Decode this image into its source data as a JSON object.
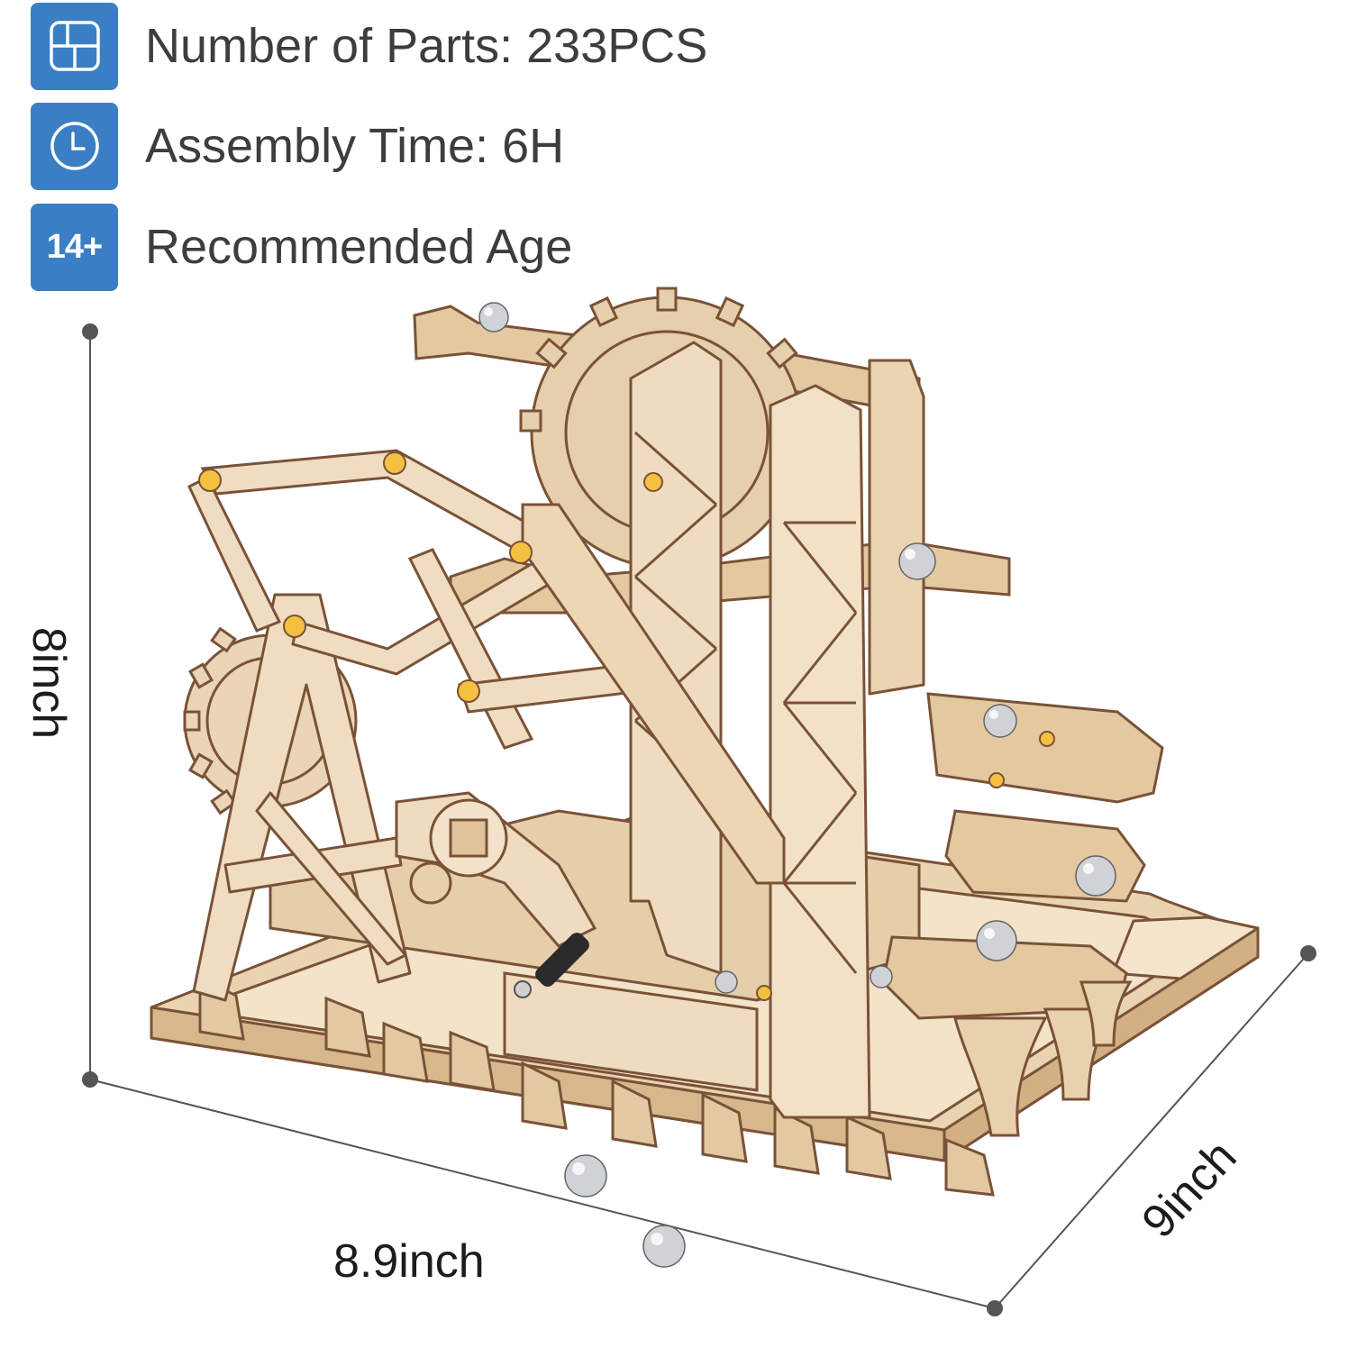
{
  "specs": [
    {
      "icon": "parts-icon",
      "label": "Number of Parts: 233PCS"
    },
    {
      "icon": "clock-icon",
      "label": "Assembly Time: 6H"
    },
    {
      "icon": "age-badge",
      "badge": "14+",
      "label": "Recommended Age"
    }
  ],
  "dimensions": {
    "height": "8inch",
    "width": "8.9inch",
    "depth": "9inch"
  },
  "colors": {
    "accent": "#3a7fc3",
    "wood_light": "#efdcc0",
    "wood_mid": "#dcc29c",
    "wood_edge": "#7a5238",
    "text": "#3d3d3d",
    "dimension_line": "#555555"
  }
}
